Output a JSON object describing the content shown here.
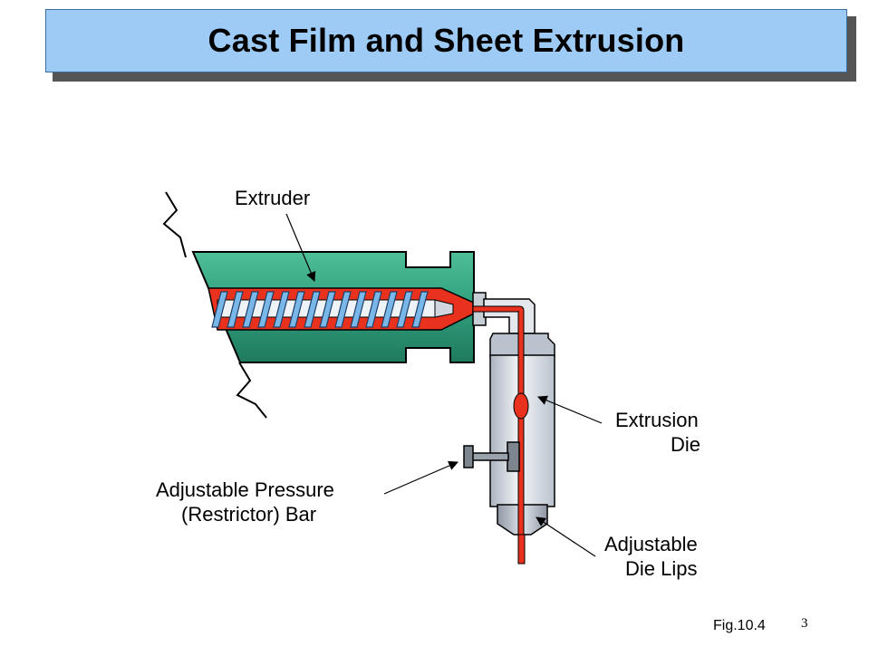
{
  "slide": {
    "title": "Cast Film and Sheet Extrusion",
    "figure_ref": "Fig.10.4",
    "page_number": "3"
  },
  "labels": {
    "extruder": "Extruder",
    "extrusion_die_line1": "Extrusion",
    "extrusion_die_line2": "Die",
    "pressure_bar_line1": "Adjustable Pressure",
    "pressure_bar_line2": "(Restrictor) Bar",
    "die_lips_line1": "Adjustable",
    "die_lips_line2": "Die Lips"
  },
  "colors": {
    "title_fill": "#9ecbf5",
    "barrel": "#2f9e7c",
    "melt": "#e8321e",
    "screw_flight": "#79b7e8",
    "die_body": "#d6dde6"
  }
}
